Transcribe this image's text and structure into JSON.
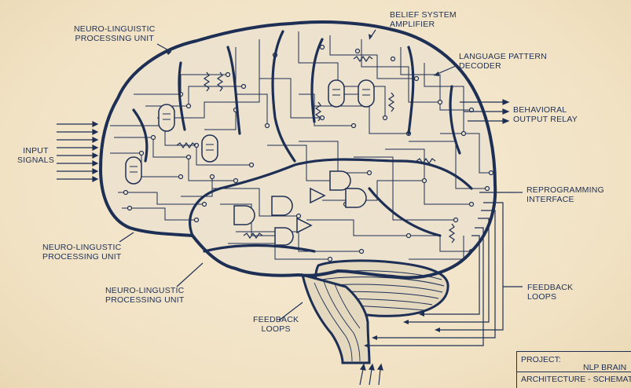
{
  "labels": {
    "nlp_unit_top": [
      "NEURO-LINGUISTIC",
      "PROCESSING UNIT"
    ],
    "belief_amplifier": [
      "BELIEF SYSTEM",
      "AMPLIFIER"
    ],
    "language_decoder": [
      "LANGUAGE PATTERN",
      "DECODER"
    ],
    "behavioral_output": [
      "BEHAVIORAL",
      "OUTPUT RELAY"
    ],
    "input_signals": [
      "INPUT",
      "SIGNALS"
    ],
    "reprogramming": [
      "REPROGRAMMING",
      "INTERFACE"
    ],
    "nlp_unit_left": [
      "NEURO-LINGUSTIC",
      "PROCESSING UNIT"
    ],
    "nlp_unit_bottom": [
      "NEURO-LINGUSTIC",
      "PROCESSING UNIT"
    ],
    "feedback_right": [
      "FEEDBACK",
      "LOOPS"
    ],
    "feedback_center": [
      "FEEDBACK",
      "LOOPS"
    ]
  },
  "title_block": {
    "project_label": "PROJECT:",
    "name_line1": "NLP BRAIN",
    "name_line2": "ARCHITECTURE - SCHEMAT"
  },
  "colors": {
    "ink": "#1e2f55",
    "paper": "#f3e6cc",
    "brain_fill": "#e9dfca"
  }
}
